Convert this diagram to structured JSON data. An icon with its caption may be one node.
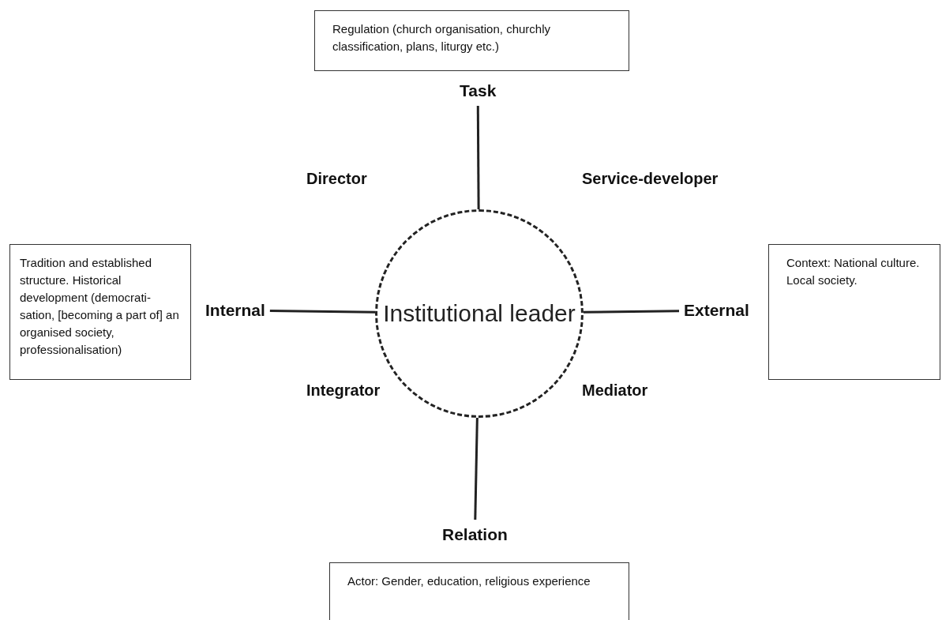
{
  "diagram": {
    "nodes": [
      {
        "text": [
          "Regulation (church organisation, churchly classification, plans, liturgy etc.)"
        ]
      },
      {
        "text": [
          "Task"
        ]
      },
      {
        "text": [
          "Tradition and established structure. Historical development (democrati- sation, [becoming a part of] an organised society, professionalisation)"
        ]
      },
      {
        "text": [
          "Internal"
        ]
      },
      {
        "text": [
          "Institutional leader"
        ]
      },
      {
        "text": [
          "External"
        ]
      },
      {
        "text": [
          "Context: National culture. Local society."
        ]
      },
      {
        "text": [
          "Relation"
        ]
      },
      {
        "text": [
          "Actor: Gender, education, religious experience"
        ]
      }
    ],
    "edges": [
      {
        "from": 1,
        "to": 4,
        "arrow": "none"
      },
      {
        "from": 3,
        "to": 4,
        "arrow": "none"
      },
      {
        "from": 4,
        "to": 5,
        "arrow": "none"
      },
      {
        "from": 4,
        "to": 7,
        "arrow": "none"
      }
    ],
    "labels": [
      "Director",
      "Service-developer",
      "Integrator",
      "Mediator"
    ]
  }
}
